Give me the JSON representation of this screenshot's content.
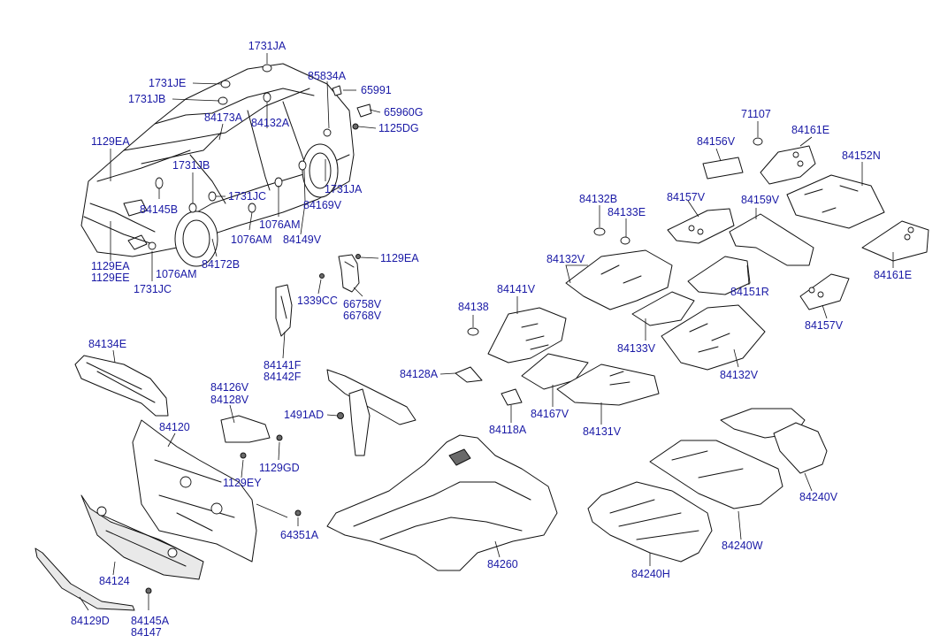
{
  "diagram": {
    "callouts": [
      "1731JA",
      "1731JE",
      "1731JB",
      "85834A",
      "65991",
      "84173A",
      "84132A",
      "65960G",
      "1125DG",
      "1129EA",
      "1731JB",
      "84145B",
      "1731JC",
      "1731JA",
      "1076AM",
      "84169V",
      "1076AM",
      "84149V",
      "1129EA",
      "1129EE",
      "1076AM",
      "84172B",
      "1731JC",
      "1129EA",
      "1339CC",
      "66758V",
      "66768V",
      "84141F",
      "84142F",
      "71107",
      "84156V",
      "84161E",
      "84152N",
      "84132B",
      "84133E",
      "84157V",
      "84159V",
      "84132V",
      "84141V",
      "84138",
      "84151R",
      "84161E",
      "84133V",
      "84157V",
      "84128A",
      "84132V",
      "84167V",
      "84118A",
      "84131V",
      "84134E",
      "84126V",
      "84128V",
      "1491AD",
      "84120",
      "1129GD",
      "1129EY",
      "64351A",
      "84260",
      "84240W",
      "84240V",
      "84124",
      "84240H",
      "84129D",
      "84145A",
      "84147"
    ]
  }
}
